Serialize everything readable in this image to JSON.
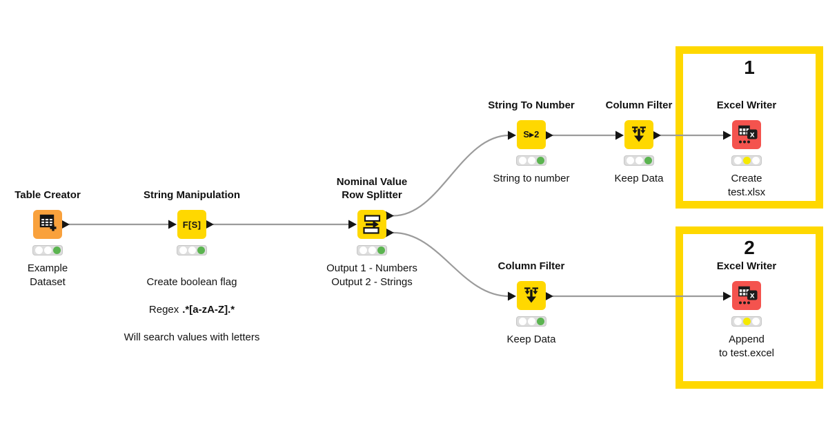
{
  "canvas": {
    "background": "#FFFFFF"
  },
  "colors": {
    "node_orange": "#F9A13C",
    "node_yellow": "#FFD800",
    "node_red": "#F4534E",
    "group_border_yellow": "#FFD800",
    "wire_gray": "#9B9B9B",
    "port_black": "#151515",
    "status_green": "#5BB450",
    "status_yellow": "#F5E900",
    "status_off_white": "#FFFFFF",
    "traffic_light_bg": "#DDDDDD",
    "text": "#111111"
  },
  "groups": [
    {
      "label": "1"
    },
    {
      "label": "2"
    }
  ],
  "nodes": {
    "table_creator": {
      "title": "Table Creator",
      "icon": "table-plus-icon",
      "annotation": "Example\nDataset",
      "lights": [
        "#FFFFFF",
        "#FFFFFF",
        "#5BB450"
      ]
    },
    "string_manipulation": {
      "title": "String Manipulation",
      "icon": "string-manipulation-icon",
      "icon_text": "F[S]",
      "annotation_line1": "Create boolean flag",
      "annotation_line2_label": "Regex",
      "annotation_line2_pattern": ".*[a-zA-Z].*",
      "annotation_line3": "Will search values with letters",
      "lights": [
        "#FFFFFF",
        "#FFFFFF",
        "#5BB450"
      ]
    },
    "nominal_value_row_splitter": {
      "title": "Nominal Value\nRow Splitter",
      "icon": "row-splitter-icon",
      "annotation": "Output 1 - Numbers\nOutput 2 - Strings",
      "lights": [
        "#FFFFFF",
        "#FFFFFF",
        "#5BB450"
      ]
    },
    "string_to_number": {
      "title": "String To Number",
      "icon": "string-to-number-icon",
      "icon_text": "S▸2",
      "annotation": "String to number",
      "lights": [
        "#FFFFFF",
        "#FFFFFF",
        "#5BB450"
      ]
    },
    "column_filter_top": {
      "title": "Column Filter",
      "icon": "column-filter-icon",
      "annotation": "Keep Data",
      "lights": [
        "#FFFFFF",
        "#FFFFFF",
        "#5BB450"
      ]
    },
    "excel_writer_1": {
      "title": "Excel Writer",
      "icon": "excel-writer-icon",
      "annotation": "Create\ntest.xlsx",
      "lights": [
        "#FFFFFF",
        "#F5E900",
        "#FFFFFF"
      ]
    },
    "column_filter_bottom": {
      "title": "Column Filter",
      "icon": "column-filter-icon",
      "annotation": "Keep Data",
      "lights": [
        "#FFFFFF",
        "#FFFFFF",
        "#5BB450"
      ]
    },
    "excel_writer_2": {
      "title": "Excel Writer",
      "icon": "excel-writer-icon",
      "annotation": "Append\nto test.excel",
      "lights": [
        "#FFFFFF",
        "#F5E900",
        "#FFFFFF"
      ]
    }
  }
}
